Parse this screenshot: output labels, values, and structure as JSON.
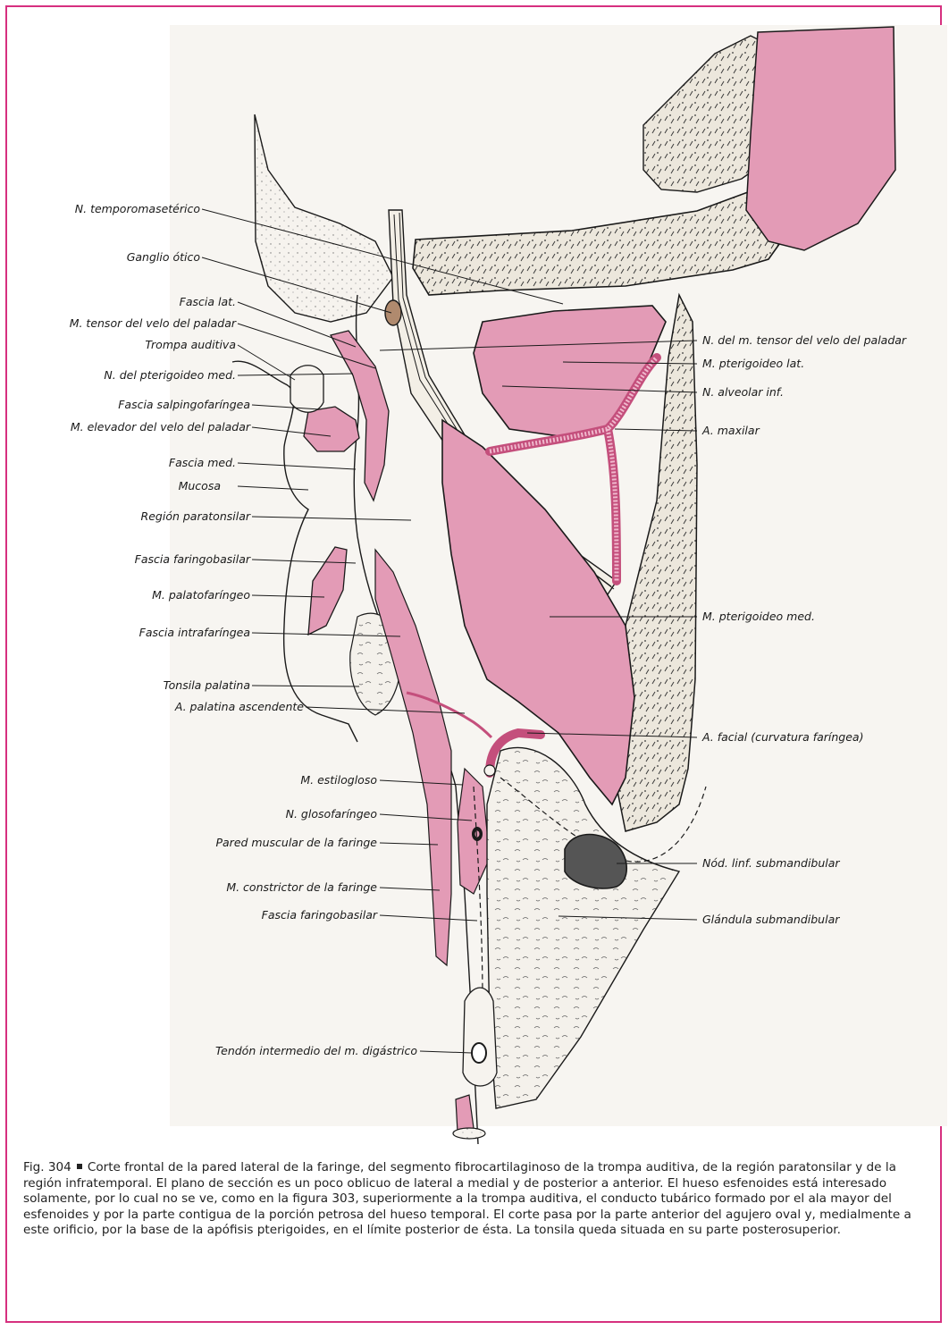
{
  "colors": {
    "frame": "#d6307f",
    "muscle": "#e39bb6",
    "bone": "#e9e4d9",
    "ink": "#1a1a1a"
  },
  "labels": {
    "n_temporomaseterico": "N. temporomasetérico",
    "ganglio_otico": "Ganglio ótico",
    "fascia_lat": "Fascia lat.",
    "m_tensor_velo": "M. tensor del velo del paladar",
    "trompa_auditiva": "Trompa auditiva",
    "n_pterigoideo_med": "N. del pterigoideo med.",
    "fascia_salpingofaringea": "Fascia salpingofaríngea",
    "m_elevador_velo": "M. elevador del velo del paladar",
    "fascia_med": "Fascia med.",
    "mucosa": "Mucosa",
    "region_paratonsilar": "Región paratonsilar",
    "fascia_faringobasilar_1": "Fascia faringobasilar",
    "m_palatofaringeo": "M. palatofaríngeo",
    "fascia_intrafaringea": "Fascia intrafaríngea",
    "tonsila_palatina": "Tonsila palatina",
    "a_palatina_ascendente": "A. palatina ascendente",
    "m_estilogloso": "M. estilogloso",
    "n_glosofaringeo": "N. glosofaríngeo",
    "pared_muscular": "Pared muscular de la faringe",
    "m_constrictor": "M. constrictor de la faringe",
    "fascia_faringobasilar_2": "Fascia faringobasilar",
    "tendon_digastrico": "Tendón intermedio del m. digástrico",
    "n_m_tensor_velo": "N. del m. tensor del velo del paladar",
    "m_pterigoideo_lat": "M. pterigoideo lat.",
    "n_alveolar_inf": "N. alveolar inf.",
    "a_maxilar": "A. maxilar",
    "m_pterigoideo_med": "M. pterigoideo med.",
    "a_facial": "A. facial (curvatura faríngea)",
    "nod_linf": "Nód. linf. submandibular",
    "glandula_submandibular": "Glándula submandibular"
  },
  "caption": {
    "fig": "Fig. 304",
    "text": "Corte frontal de la pared lateral de la faringe, del segmento fibrocartilaginoso de la trompa auditiva, de la región paratonsilar y de la región infratemporal. El plano de sección es un poco oblicuo de lateral a medial y de posterior a anterior. El hueso esfenoides está interesado solamente, por lo cual no se ve, como en la figura 303, superiormente a la trompa auditiva, el conducto tubárico formado por el ala mayor del esfenoides y por la parte contigua de la porción petrosa del hueso temporal. El corte pasa por la parte anterior del agujero oval y, medialmente a este orificio, por la base de la apófisis pterigoides, en el límite posterior de ésta. La tonsila queda situada en su parte posterosuperior."
  }
}
